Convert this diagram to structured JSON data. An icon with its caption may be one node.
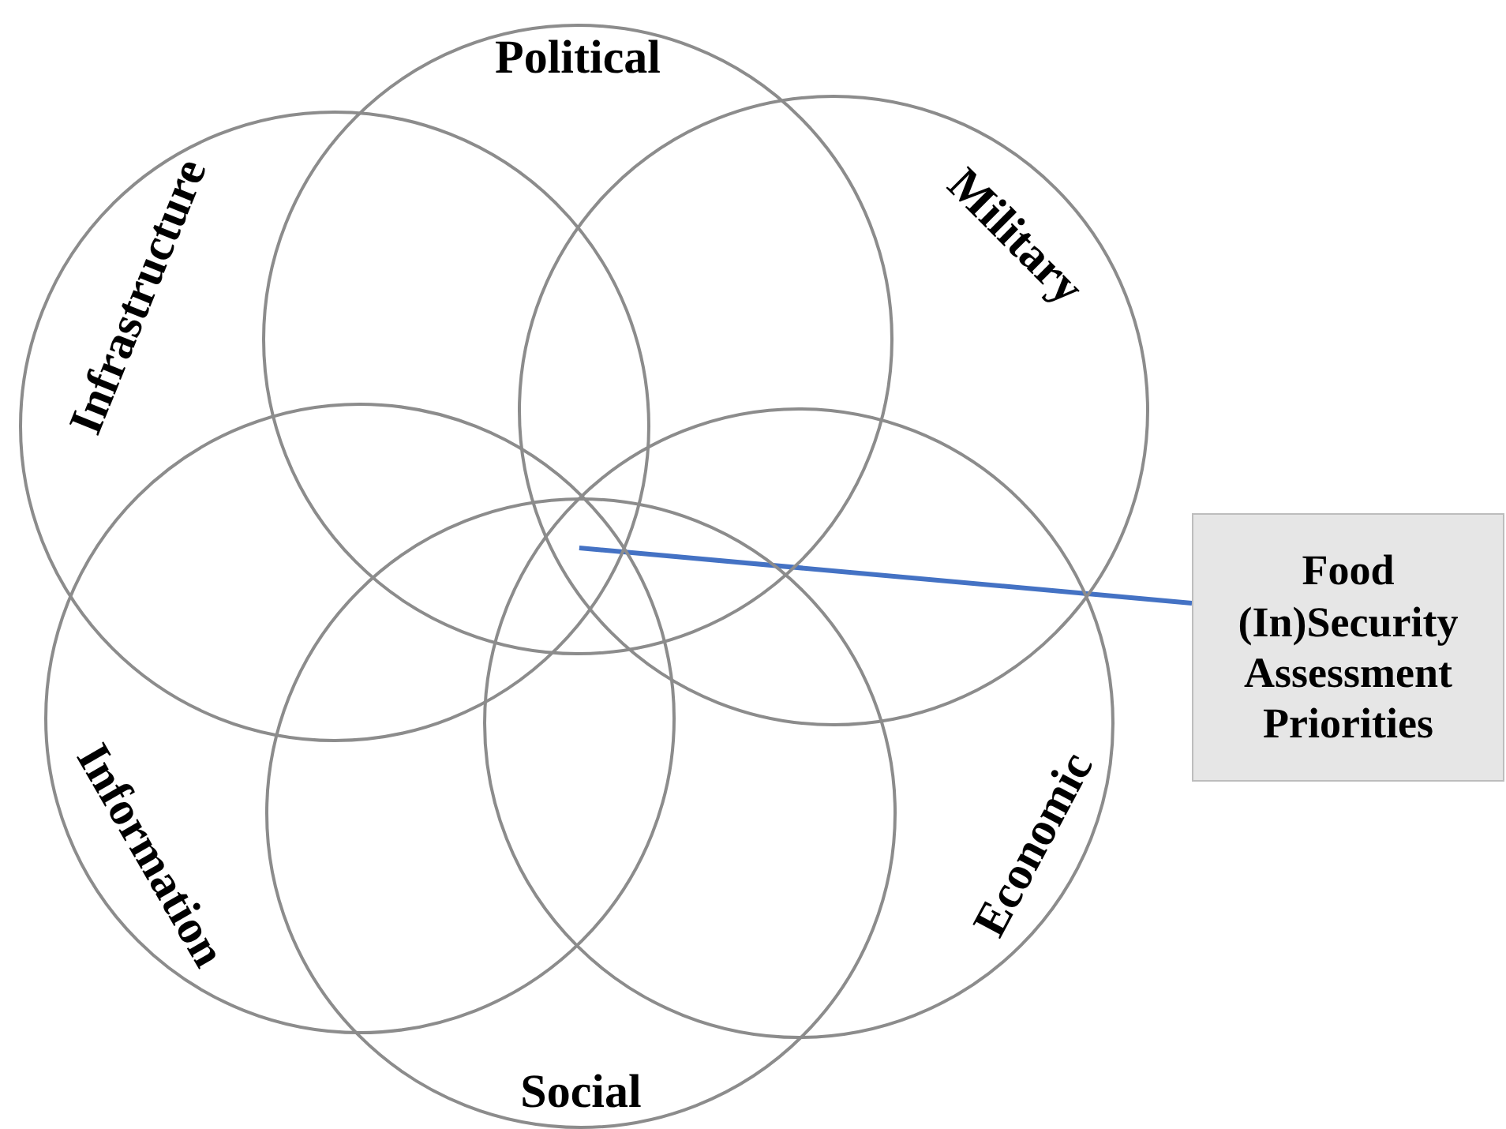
{
  "diagram": {
    "nodes": [
      {
        "text": [
          "Political"
        ]
      },
      {
        "text": [
          "Military"
        ]
      },
      {
        "text": [
          "Infrastructure"
        ]
      },
      {
        "text": [
          "Information"
        ]
      },
      {
        "text": [
          "Social"
        ]
      },
      {
        "text": [
          "Economic"
        ]
      },
      {
        "text": [
          "Food (In)Security Assessment Priorities"
        ]
      }
    ],
    "edges": [
      {
        "from": 6,
        "to": 0,
        "arrow": "none",
        "color": "#4472c4"
      }
    ]
  }
}
